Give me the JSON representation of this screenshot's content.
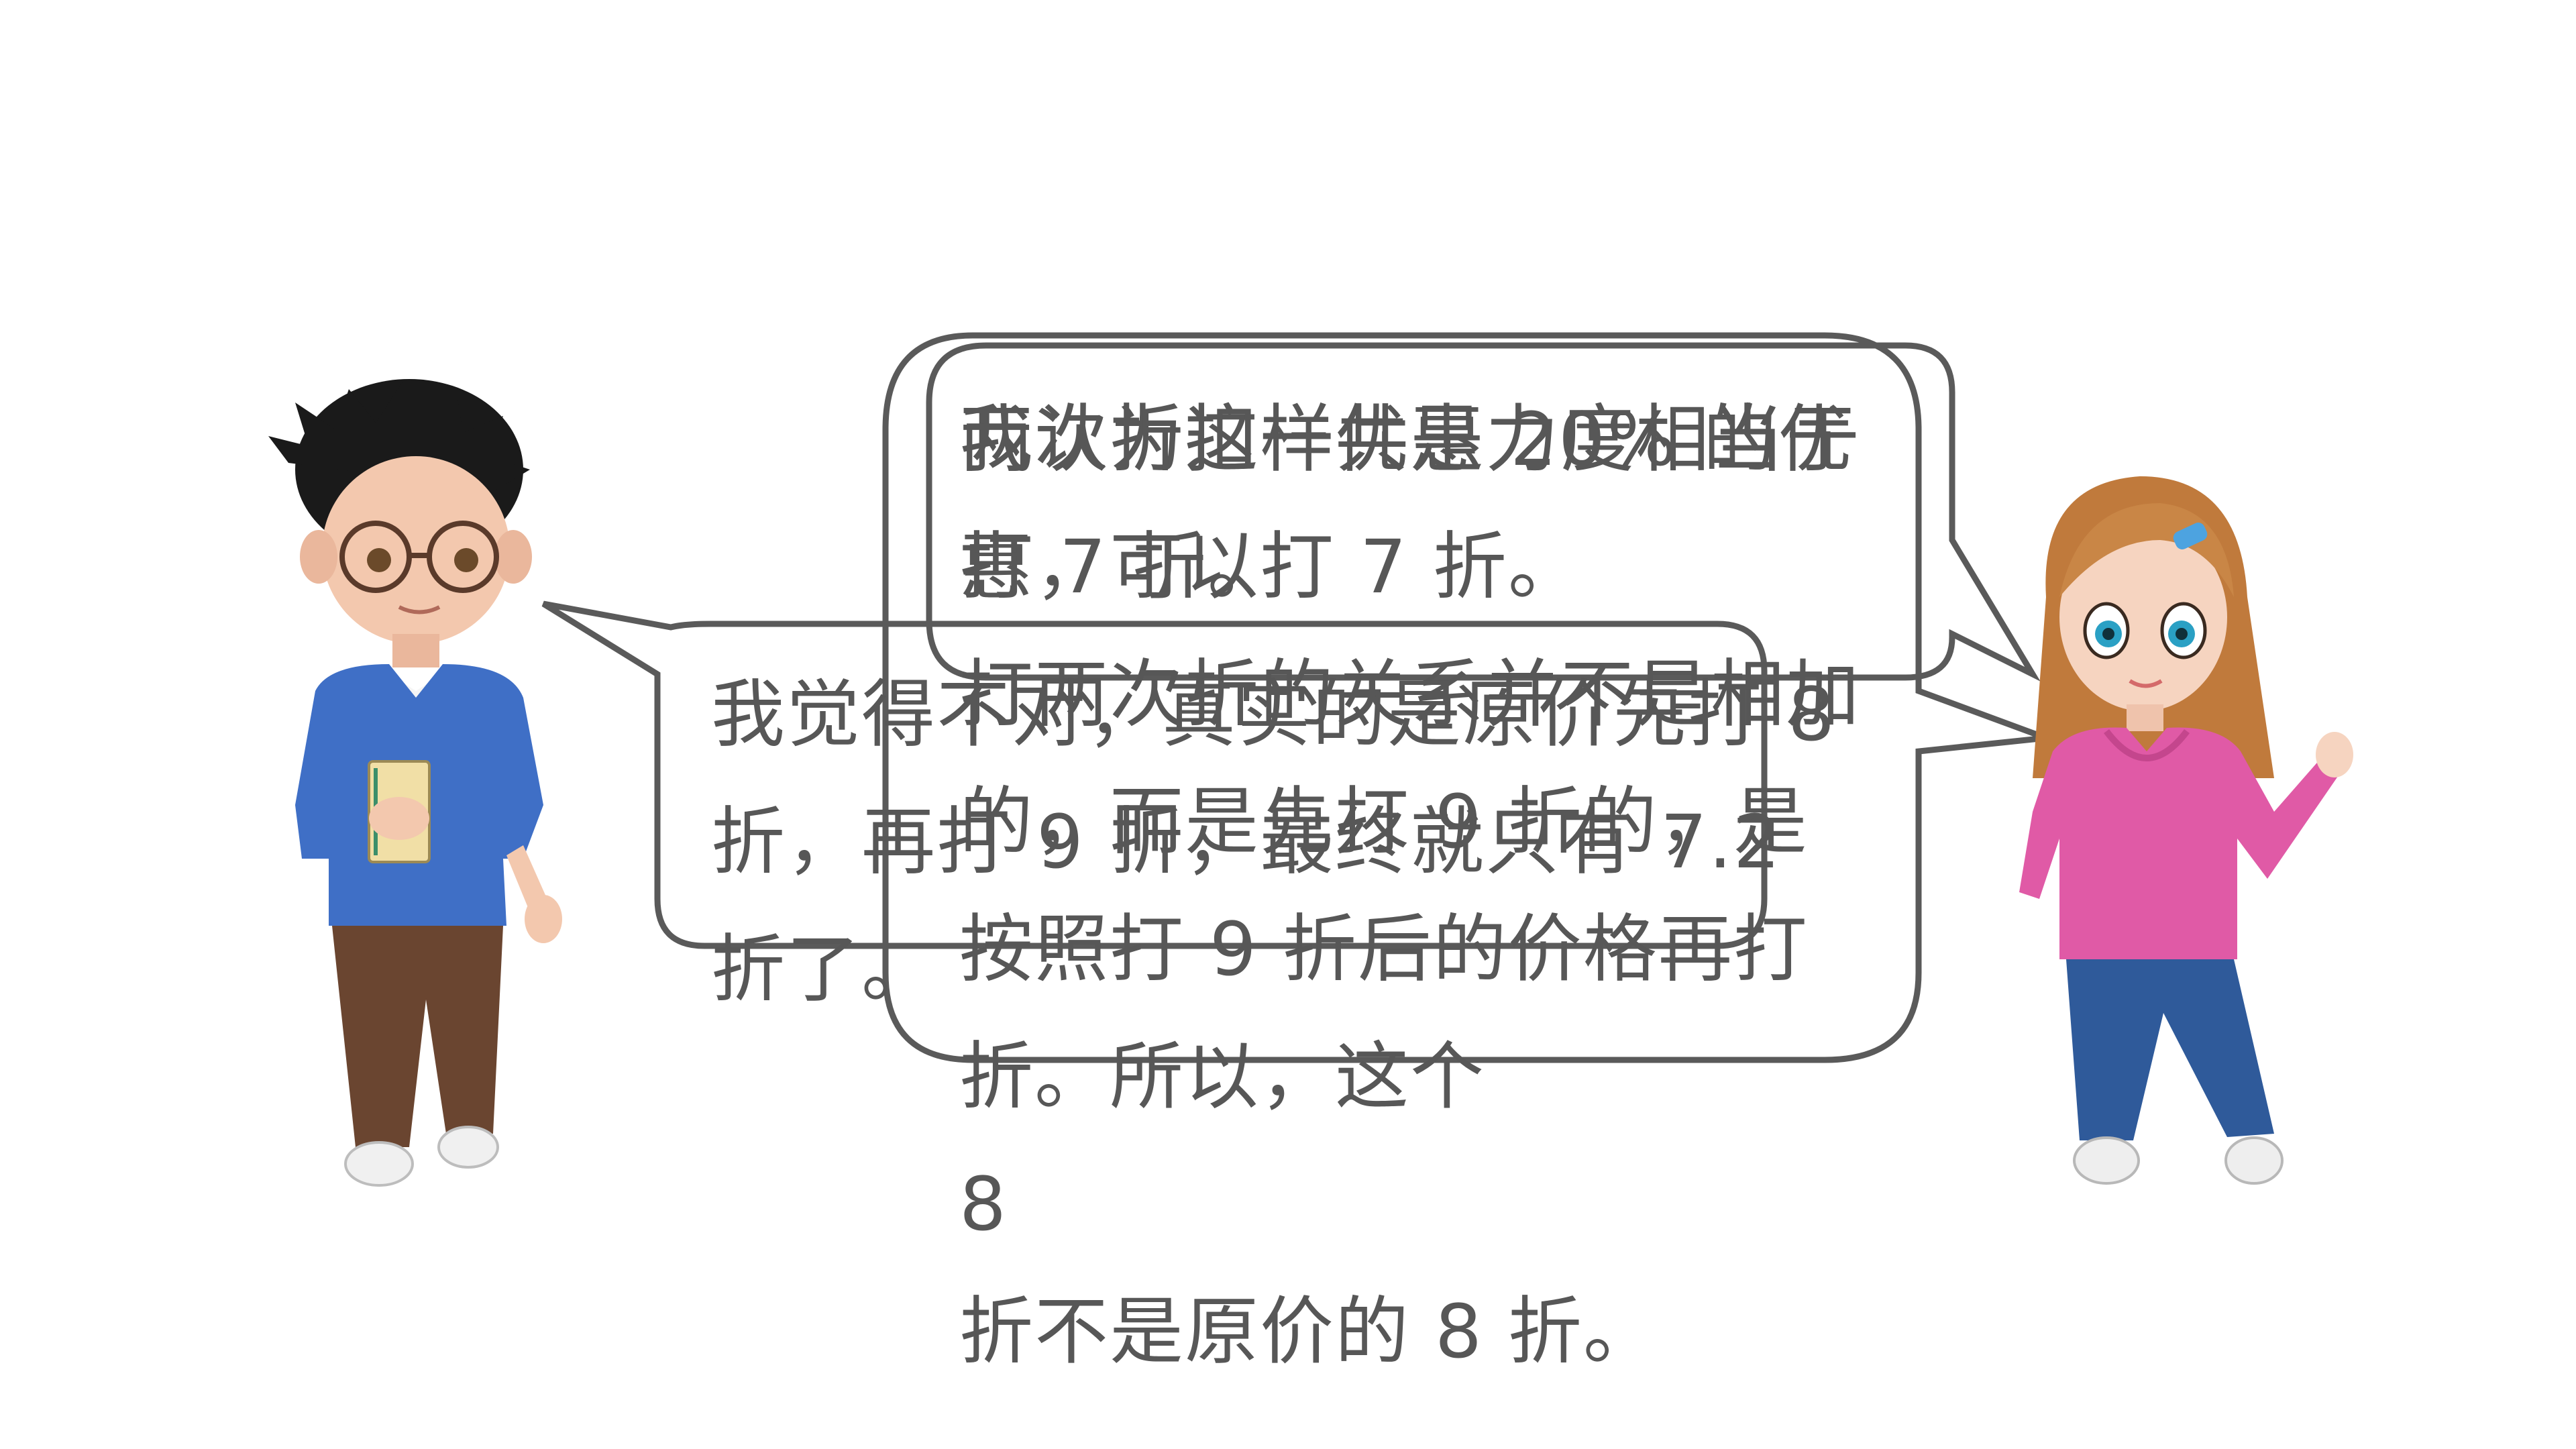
{
  "dialogue": {
    "boy_bubble": {
      "text": "我觉得不对，真实的是原价先打 8 折，再打 9 折，最终就只有 7.2 折了。"
    },
    "girl_bubble_back": {
      "text": "我认为这样优惠力度相当于打 7 折。\n打两次折的关系并不是相加的，而是先打 9 折的，是按照打 9 折后的价格再打折。所以，这个\n8\n折不是原价的 8 折。"
    },
    "girl_bubble_front": {
      "text": "两次折扣一共是 20% 的优惠，可以打 7 折。"
    }
  },
  "colors": {
    "bubble_stroke": "#5a5a5a",
    "bubble_fill": "#ffffff",
    "text": "#575757",
    "boy_sweater": "#3f6fc6",
    "boy_pants": "#6a4530",
    "girl_hoodie": "#e05aa6",
    "girl_jeans": "#2f5a9a",
    "girl_hair": "#c07a3c",
    "boy_hair": "#1a1a1a"
  },
  "icons": {
    "boy": "boy-character-illustration",
    "girl": "girl-character-illustration"
  }
}
